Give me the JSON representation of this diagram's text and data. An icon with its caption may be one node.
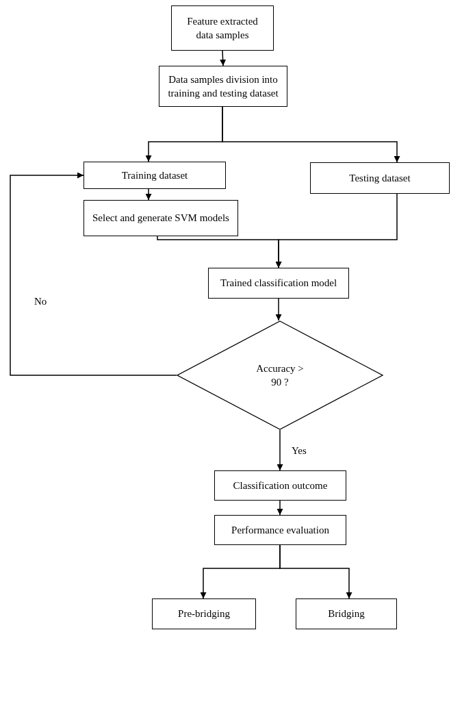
{
  "diagram": {
    "nodes": [
      {
        "text": [
          "Feature extracted data samples"
        ]
      },
      {
        "text": [
          "Data samples division into training and testing dataset"
        ]
      },
      {
        "text": [
          "Training dataset"
        ]
      },
      {
        "text": [
          "Testing dataset"
        ]
      },
      {
        "text": [
          "Select and generate SVM models"
        ]
      },
      {
        "text": [
          "Trained classification model"
        ]
      },
      {
        "text": [
          "Accuracy > 90 ?"
        ]
      },
      {
        "text": [
          "Classification outcome"
        ]
      },
      {
        "text": [
          "Performance evaluation"
        ]
      },
      {
        "text": [
          "Pre-bridging"
        ]
      },
      {
        "text": [
          "Bridging"
        ]
      }
    ],
    "edges": [
      {
        "from": 0,
        "to": 1,
        "arrow": "to"
      },
      {
        "from": 1,
        "to": 2,
        "arrow": "to"
      },
      {
        "from": 1,
        "to": 3,
        "arrow": "to"
      },
      {
        "from": 2,
        "to": 4,
        "arrow": "to"
      },
      {
        "from": 4,
        "to": 5,
        "arrow": "to"
      },
      {
        "from": 3,
        "to": 5,
        "arrow": "to"
      },
      {
        "from": 5,
        "to": 6,
        "arrow": "to"
      },
      {
        "from": 6,
        "to": 2,
        "arrow": "to",
        "label": "No"
      },
      {
        "from": 6,
        "to": 7,
        "arrow": "to",
        "label": "Yes"
      },
      {
        "from": 7,
        "to": 8,
        "arrow": "to"
      },
      {
        "from": 8,
        "to": 9,
        "arrow": "to"
      },
      {
        "from": 8,
        "to": 10,
        "arrow": "to"
      }
    ]
  }
}
